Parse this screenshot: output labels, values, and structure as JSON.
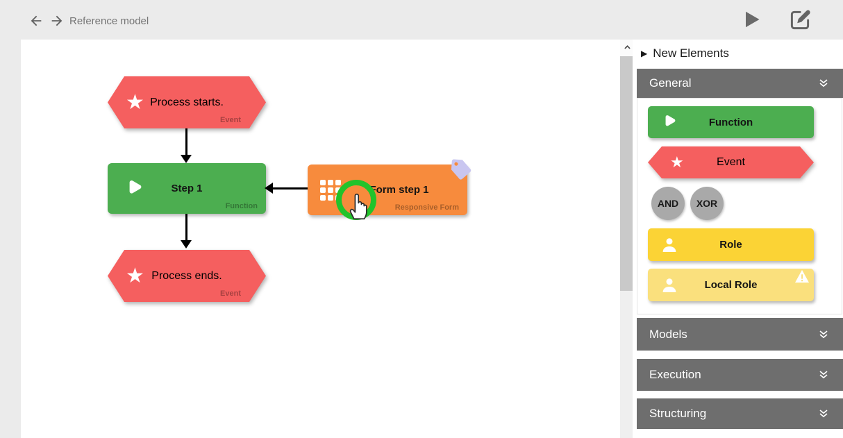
{
  "toolbar": {
    "title": "Reference model"
  },
  "canvas": {
    "event_start": {
      "label": "Process starts.",
      "type": "Event"
    },
    "function_step": {
      "label": "Step 1",
      "type": "Function"
    },
    "form_step": {
      "label": "Form step 1",
      "type": "Responsive Form"
    },
    "event_end": {
      "label": "Process ends.",
      "type": "Event"
    }
  },
  "sidebar": {
    "title": "New Elements",
    "sections": {
      "general": "General",
      "models": "Models",
      "execution": "Execution",
      "structuring": "Structuring"
    },
    "palette": {
      "function": "Function",
      "event": "Event",
      "and": "AND",
      "xor": "XOR",
      "role": "Role",
      "local_role": "Local Role"
    }
  },
  "colors": {
    "function_green": "#4cae50",
    "event_red": "#f55f5f",
    "form_orange": "#f78b3d",
    "role_yellow": "#fbd335",
    "local_role_yellow": "#fae07d",
    "gateway_gray": "#a9a9a9",
    "section_header_gray": "#6e6e6e",
    "highlight_green": "#22c32b",
    "tag_lavender": "#c9c6f0",
    "topbar_bg": "#ebebeb"
  }
}
